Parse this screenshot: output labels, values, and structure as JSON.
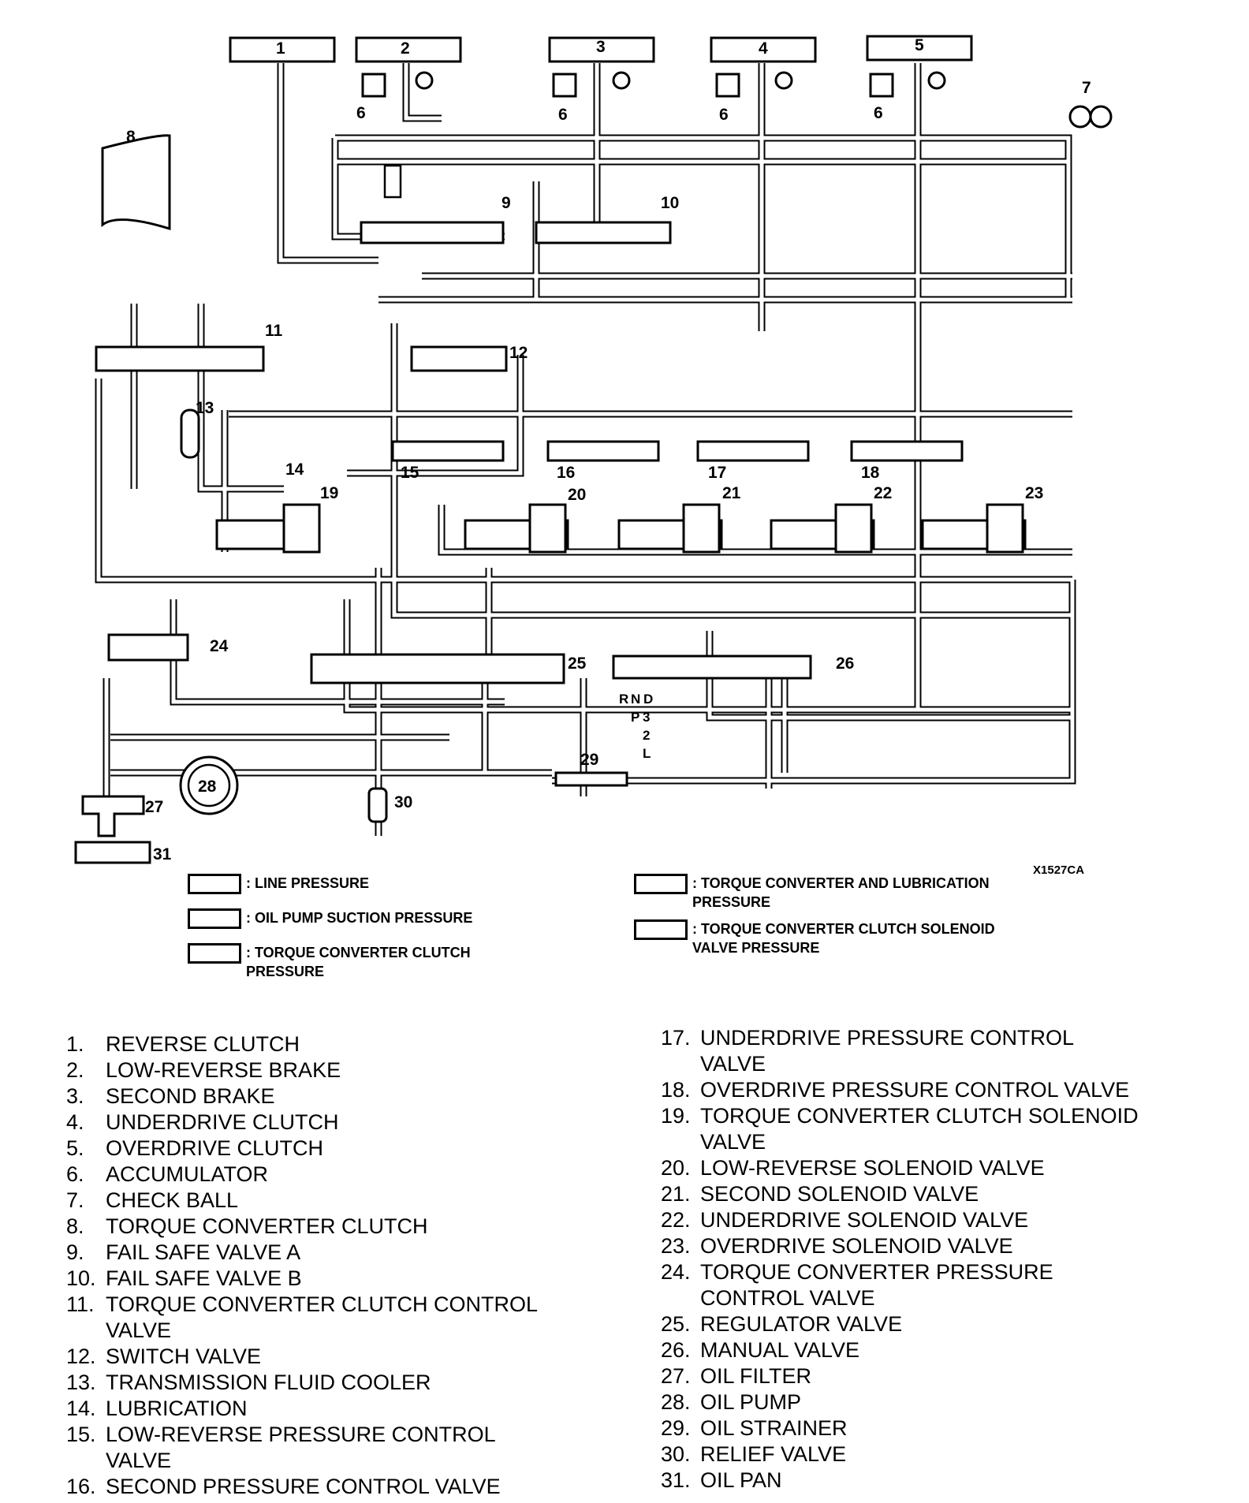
{
  "callouts": {
    "c1": "1",
    "c2": "2",
    "c3": "3",
    "c4": "4",
    "c5": "5",
    "c6a": "6",
    "c6b": "6",
    "c6c": "6",
    "c6d": "6",
    "c7": "7",
    "c8": "8",
    "c9": "9",
    "c10": "10",
    "c11": "11",
    "c12": "12",
    "c13": "13",
    "c14": "14",
    "c15": "15",
    "c16": "16",
    "c17": "17",
    "c18": "18",
    "c19": "19",
    "c20": "20",
    "c21": "21",
    "c22": "22",
    "c23": "23",
    "c24": "24",
    "c25": "25",
    "c26": "26",
    "c27": "27",
    "c28": "28",
    "c29": "29",
    "c30": "30",
    "c31": "31"
  },
  "manual_positions": {
    "r": "R",
    "n": "N",
    "d": "D",
    "p": "P",
    "three": "3",
    "two": "2",
    "l": "L"
  },
  "legend": [
    {
      "label": ": LINE PRESSURE"
    },
    {
      "label": ": OIL PUMP SUCTION PRESSURE"
    },
    {
      "label": ": TORQUE CONVERTER CLUTCH\n  PRESSURE"
    },
    {
      "label": ": TORQUE CONVERTER AND LUBRICATION\n  PRESSURE"
    },
    {
      "label": ": TORQUE CONVERTER CLUTCH SOLENOID\n  VALVE PRESSURE"
    }
  ],
  "figure_code": "X1527CA",
  "parts_left": [
    {
      "num": "1.",
      "name": "REVERSE CLUTCH"
    },
    {
      "num": "2.",
      "name": "LOW-REVERSE BRAKE"
    },
    {
      "num": "3.",
      "name": "SECOND BRAKE"
    },
    {
      "num": "4.",
      "name": "UNDERDRIVE CLUTCH"
    },
    {
      "num": "5.",
      "name": "OVERDRIVE CLUTCH"
    },
    {
      "num": "6.",
      "name": "ACCUMULATOR"
    },
    {
      "num": "7.",
      "name": "CHECK BALL"
    },
    {
      "num": "8.",
      "name": "TORQUE CONVERTER CLUTCH"
    },
    {
      "num": "9.",
      "name": "FAIL SAFE VALVE A"
    },
    {
      "num": "10.",
      "name": "FAIL SAFE VALVE B"
    },
    {
      "num": "11.",
      "name": "TORQUE CONVERTER CLUTCH CONTROL VALVE"
    },
    {
      "num": "12.",
      "name": "SWITCH VALVE"
    },
    {
      "num": "13.",
      "name": "TRANSMISSION FLUID COOLER"
    },
    {
      "num": "14.",
      "name": "LUBRICATION"
    },
    {
      "num": "15.",
      "name": "LOW-REVERSE PRESSURE CONTROL VALVE"
    },
    {
      "num": "16.",
      "name": "SECOND PRESSURE CONTROL VALVE"
    }
  ],
  "parts_right": [
    {
      "num": "17.",
      "name": "UNDERDRIVE PRESSURE CONTROL VALVE"
    },
    {
      "num": "18.",
      "name": "OVERDRIVE PRESSURE CONTROL VALVE"
    },
    {
      "num": "19.",
      "name": "TORQUE CONVERTER CLUTCH SOLENOID VALVE"
    },
    {
      "num": "20.",
      "name": "LOW-REVERSE SOLENOID VALVE"
    },
    {
      "num": "21.",
      "name": "SECOND SOLENOID VALVE"
    },
    {
      "num": "22.",
      "name": "UNDERDRIVE SOLENOID VALVE"
    },
    {
      "num": "23.",
      "name": "OVERDRIVE SOLENOID VALVE"
    },
    {
      "num": "24.",
      "name": "TORQUE CONVERTER PRESSURE CONTROL VALVE"
    },
    {
      "num": "25.",
      "name": "REGULATOR VALVE"
    },
    {
      "num": "26.",
      "name": "MANUAL VALVE"
    },
    {
      "num": "27.",
      "name": "OIL FILTER"
    },
    {
      "num": "28.",
      "name": "OIL PUMP"
    },
    {
      "num": "29.",
      "name": "OIL STRAINER"
    },
    {
      "num": "30.",
      "name": "RELIEF VALVE"
    },
    {
      "num": "31.",
      "name": "OIL PAN"
    }
  ]
}
